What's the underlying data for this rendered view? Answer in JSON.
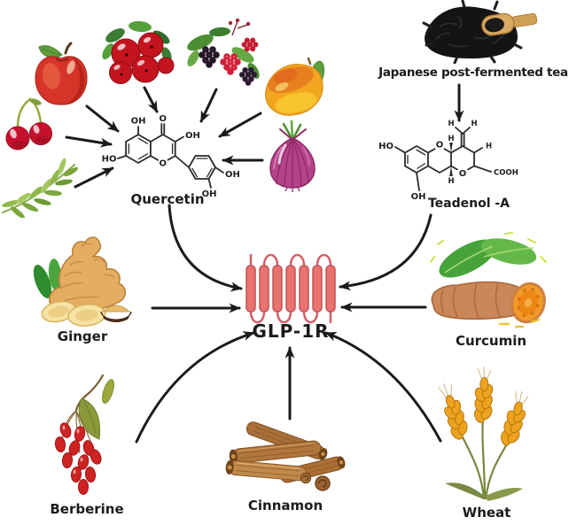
{
  "labels": {
    "quercetin": "Quercetin",
    "tea": "Japanese post-fermented tea",
    "teadenol": "Teadenol -A",
    "glp1r": "GLP-1R",
    "ginger": "Ginger",
    "curcumin": "Curcumin",
    "berberine": "Berberine",
    "cinnamon": "Cinnamon",
    "wheat": "Wheat"
  },
  "quercetin_atoms": {
    "oh5": "OH",
    "o4": "O",
    "oh3": "OH",
    "ho7": "HO",
    "o1": "O",
    "oh3p": "OH",
    "oh4p": "OH"
  },
  "teadenol_atoms": {
    "ho": "HO",
    "oh": "OH",
    "o_top": "O",
    "o_bottom": "O",
    "cooh": "COOH",
    "h_m1": "H",
    "h_m2": "H",
    "h_top": "H",
    "h_right": "H",
    "h_bottom": "H"
  },
  "illustrations": {
    "apple": "apple",
    "cranberries": "cranberry-cluster",
    "berries": "blackberries-and-raspberries",
    "cherries": "cherries",
    "sprig": "herb-sprig",
    "mango": "mango",
    "onion": "red-onion",
    "tea": "black-tea-pile-with-wooden-scoop",
    "receptor": "glp1r-seven-transmembrane-receptor",
    "ginger": "ginger-rhizome-with-slices-and-powder-bowl",
    "curcumin": "turmeric-rhizome-with-leaves-and-cut-disc",
    "berberine": "barberry-branch-with-red-berries",
    "cinnamon": "cinnamon-sticks-pile",
    "wheat": "wheat-ears"
  },
  "connections": [
    {
      "from": "apple",
      "to": "quercetin"
    },
    {
      "from": "cranberries",
      "to": "quercetin"
    },
    {
      "from": "blackberries-and-raspberries",
      "to": "quercetin"
    },
    {
      "from": "mango",
      "to": "quercetin"
    },
    {
      "from": "red-onion",
      "to": "quercetin"
    },
    {
      "from": "cherries",
      "to": "quercetin"
    },
    {
      "from": "herb-sprig",
      "to": "quercetin"
    },
    {
      "from": "japanese-post-fermented-tea",
      "to": "teadenol-a"
    },
    {
      "from": "quercetin",
      "to": "glp-1r"
    },
    {
      "from": "teadenol-a",
      "to": "glp-1r"
    },
    {
      "from": "ginger",
      "to": "glp-1r"
    },
    {
      "from": "curcumin",
      "to": "glp-1r"
    },
    {
      "from": "berberine",
      "to": "glp-1r"
    },
    {
      "from": "cinnamon",
      "to": "glp-1r"
    },
    {
      "from": "wheat",
      "to": "glp-1r"
    }
  ],
  "colors": {
    "background": "#ffffff",
    "arrow": "#1b1b1b",
    "text": "#1b1b1b",
    "bond": "#2a2a2a",
    "receptor_fill": "#e8736f",
    "receptor_outline": "#c25356",
    "receptor_loop": "#d45f68"
  }
}
